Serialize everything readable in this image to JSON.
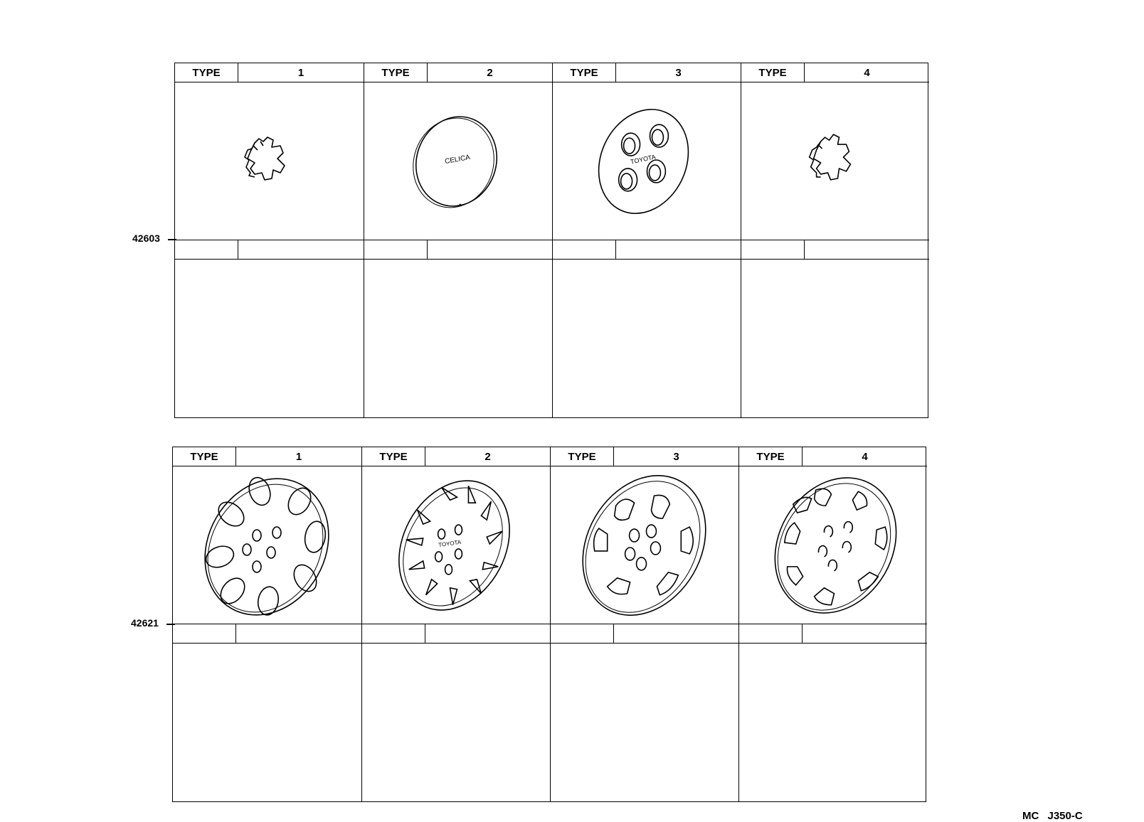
{
  "sections": [
    {
      "part_number": "42603",
      "types": [
        {
          "label": "TYPE",
          "number": "1",
          "item": "center-cap-star",
          "text": ""
        },
        {
          "label": "TYPE",
          "number": "2",
          "item": "center-cap-round",
          "text": "CELICA"
        },
        {
          "label": "TYPE",
          "number": "3",
          "item": "center-cap-holes",
          "text": "TOYOTA"
        },
        {
          "label": "TYPE",
          "number": "4",
          "item": "center-cap-star",
          "text": ""
        }
      ]
    },
    {
      "part_number": "42621",
      "types": [
        {
          "label": "TYPE",
          "number": "1",
          "item": "wheel-cover-oval-vents",
          "text": ""
        },
        {
          "label": "TYPE",
          "number": "2",
          "item": "wheel-cover-swirl",
          "text": "TOYOTA"
        },
        {
          "label": "TYPE",
          "number": "3",
          "item": "wheel-cover-six-window",
          "text": ""
        },
        {
          "label": "TYPE",
          "number": "4",
          "item": "wheel-cover-eight-window",
          "text": ""
        }
      ]
    }
  ],
  "footer": {
    "code": "MC J350-C"
  }
}
